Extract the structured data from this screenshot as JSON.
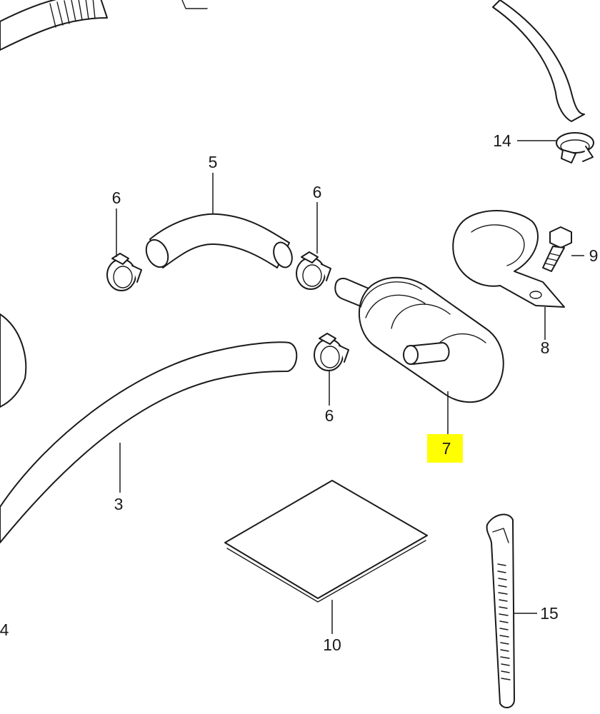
{
  "callouts": {
    "c3": "3",
    "c4": "4",
    "c5": "5",
    "c6a": "6",
    "c6b": "6",
    "c6c": "6",
    "c7": "7",
    "c8": "8",
    "c9": "9",
    "c10": "10",
    "c14": "14",
    "c15": "15"
  },
  "highlight": {
    "part": "7",
    "color": "#ffff00"
  }
}
